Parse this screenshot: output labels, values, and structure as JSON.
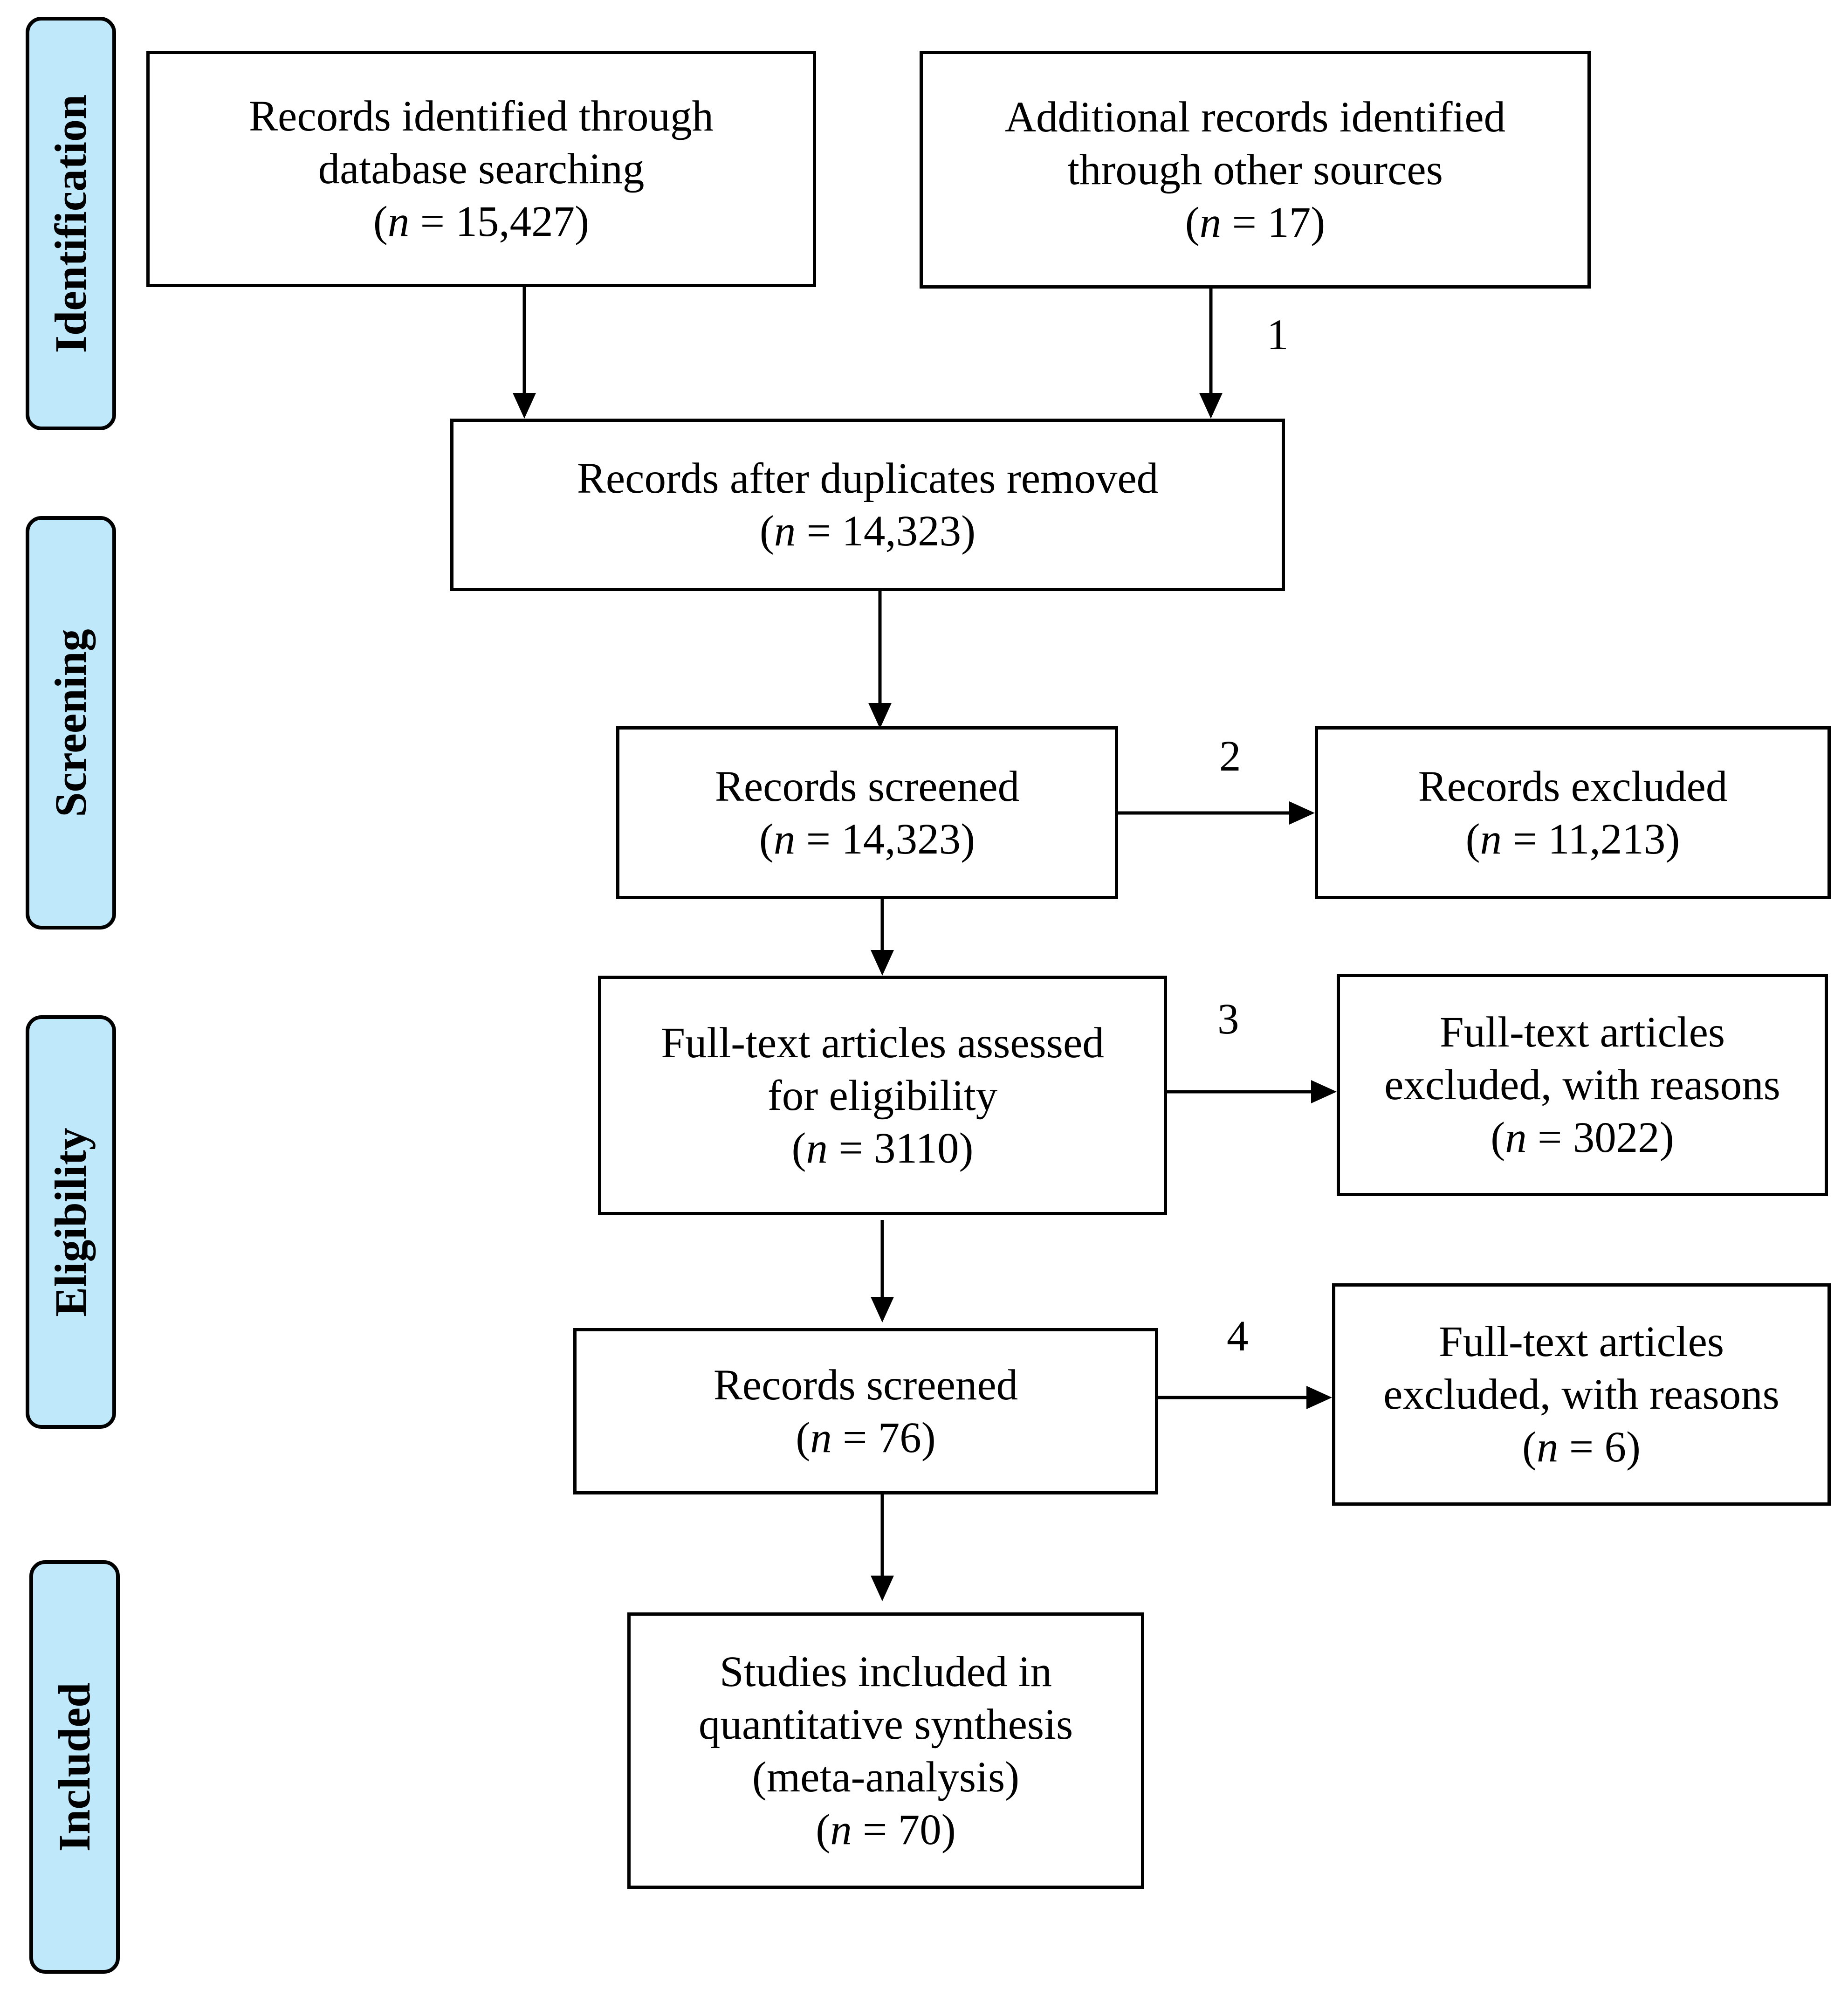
{
  "phases": {
    "identification": "Identification",
    "screening": "Screening",
    "eligibility": "Eligibility",
    "included": "Included"
  },
  "boxes": {
    "database": {
      "lines": [
        "Records identified through",
        "database searching"
      ],
      "n": "15,427"
    },
    "other_sources": {
      "lines": [
        "Additional records identified",
        "through other sources"
      ],
      "n": "17"
    },
    "after_duplicates": {
      "lines": [
        "Records after duplicates removed"
      ],
      "n": "14,323"
    },
    "screened": {
      "lines": [
        "Records screened"
      ],
      "n": "14,323"
    },
    "excluded": {
      "lines": [
        "Records excluded"
      ],
      "n": "11,213"
    },
    "fulltext_assessed": {
      "lines": [
        "Full-text articles assessed",
        "for eligibility"
      ],
      "n": "3110"
    },
    "fulltext_excluded": {
      "lines": [
        "Full-text articles",
        "excluded, with reasons"
      ],
      "n": "3022"
    },
    "screened_2": {
      "lines": [
        "Records screened"
      ],
      "n": "76"
    },
    "fulltext_excluded_2": {
      "lines": [
        "Full-text articles",
        "excluded, with reasons"
      ],
      "n": "6"
    },
    "included": {
      "lines": [
        "Studies included in",
        "quantitative synthesis",
        "(meta-analysis)"
      ],
      "n": "70"
    }
  },
  "count_format": {
    "open": "(",
    "variable": "n",
    "equals": " = ",
    "close": ")"
  },
  "step_labels": {
    "s1": "1",
    "s2": "2",
    "s3": "3",
    "s4": "4"
  }
}
